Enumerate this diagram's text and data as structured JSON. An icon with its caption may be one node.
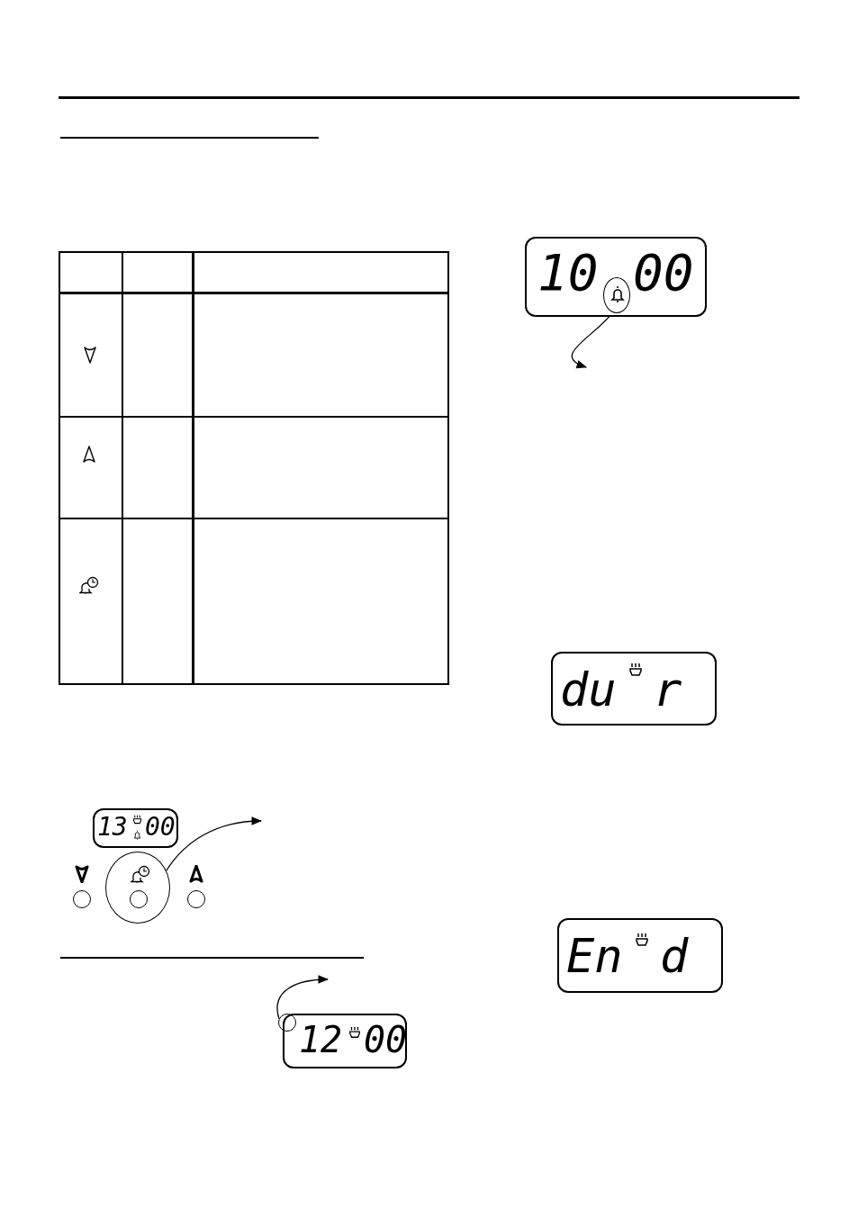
{
  "diagram": {
    "nodes": [
      {
        "text": [
          "10",
          "00"
        ]
      },
      {
        "text": [],
        "shape": "circle",
        "in": 0
      },
      {
        "text": [
          "du",
          "r"
        ]
      },
      {
        "text": [
          "En",
          "d"
        ]
      },
      {
        "text": [
          "13",
          "00"
        ]
      },
      {
        "text": [],
        "shape": "circle"
      },
      {
        "text": [
          "12",
          "00"
        ]
      },
      {
        "text": [],
        "shape": "circle"
      }
    ],
    "edges": [
      {
        "from": 1,
        "to": null,
        "arrow": "to"
      },
      {
        "from": 5,
        "to": null,
        "arrow": "to"
      },
      {
        "from": 7,
        "to": null,
        "arrow": "to"
      }
    ]
  }
}
